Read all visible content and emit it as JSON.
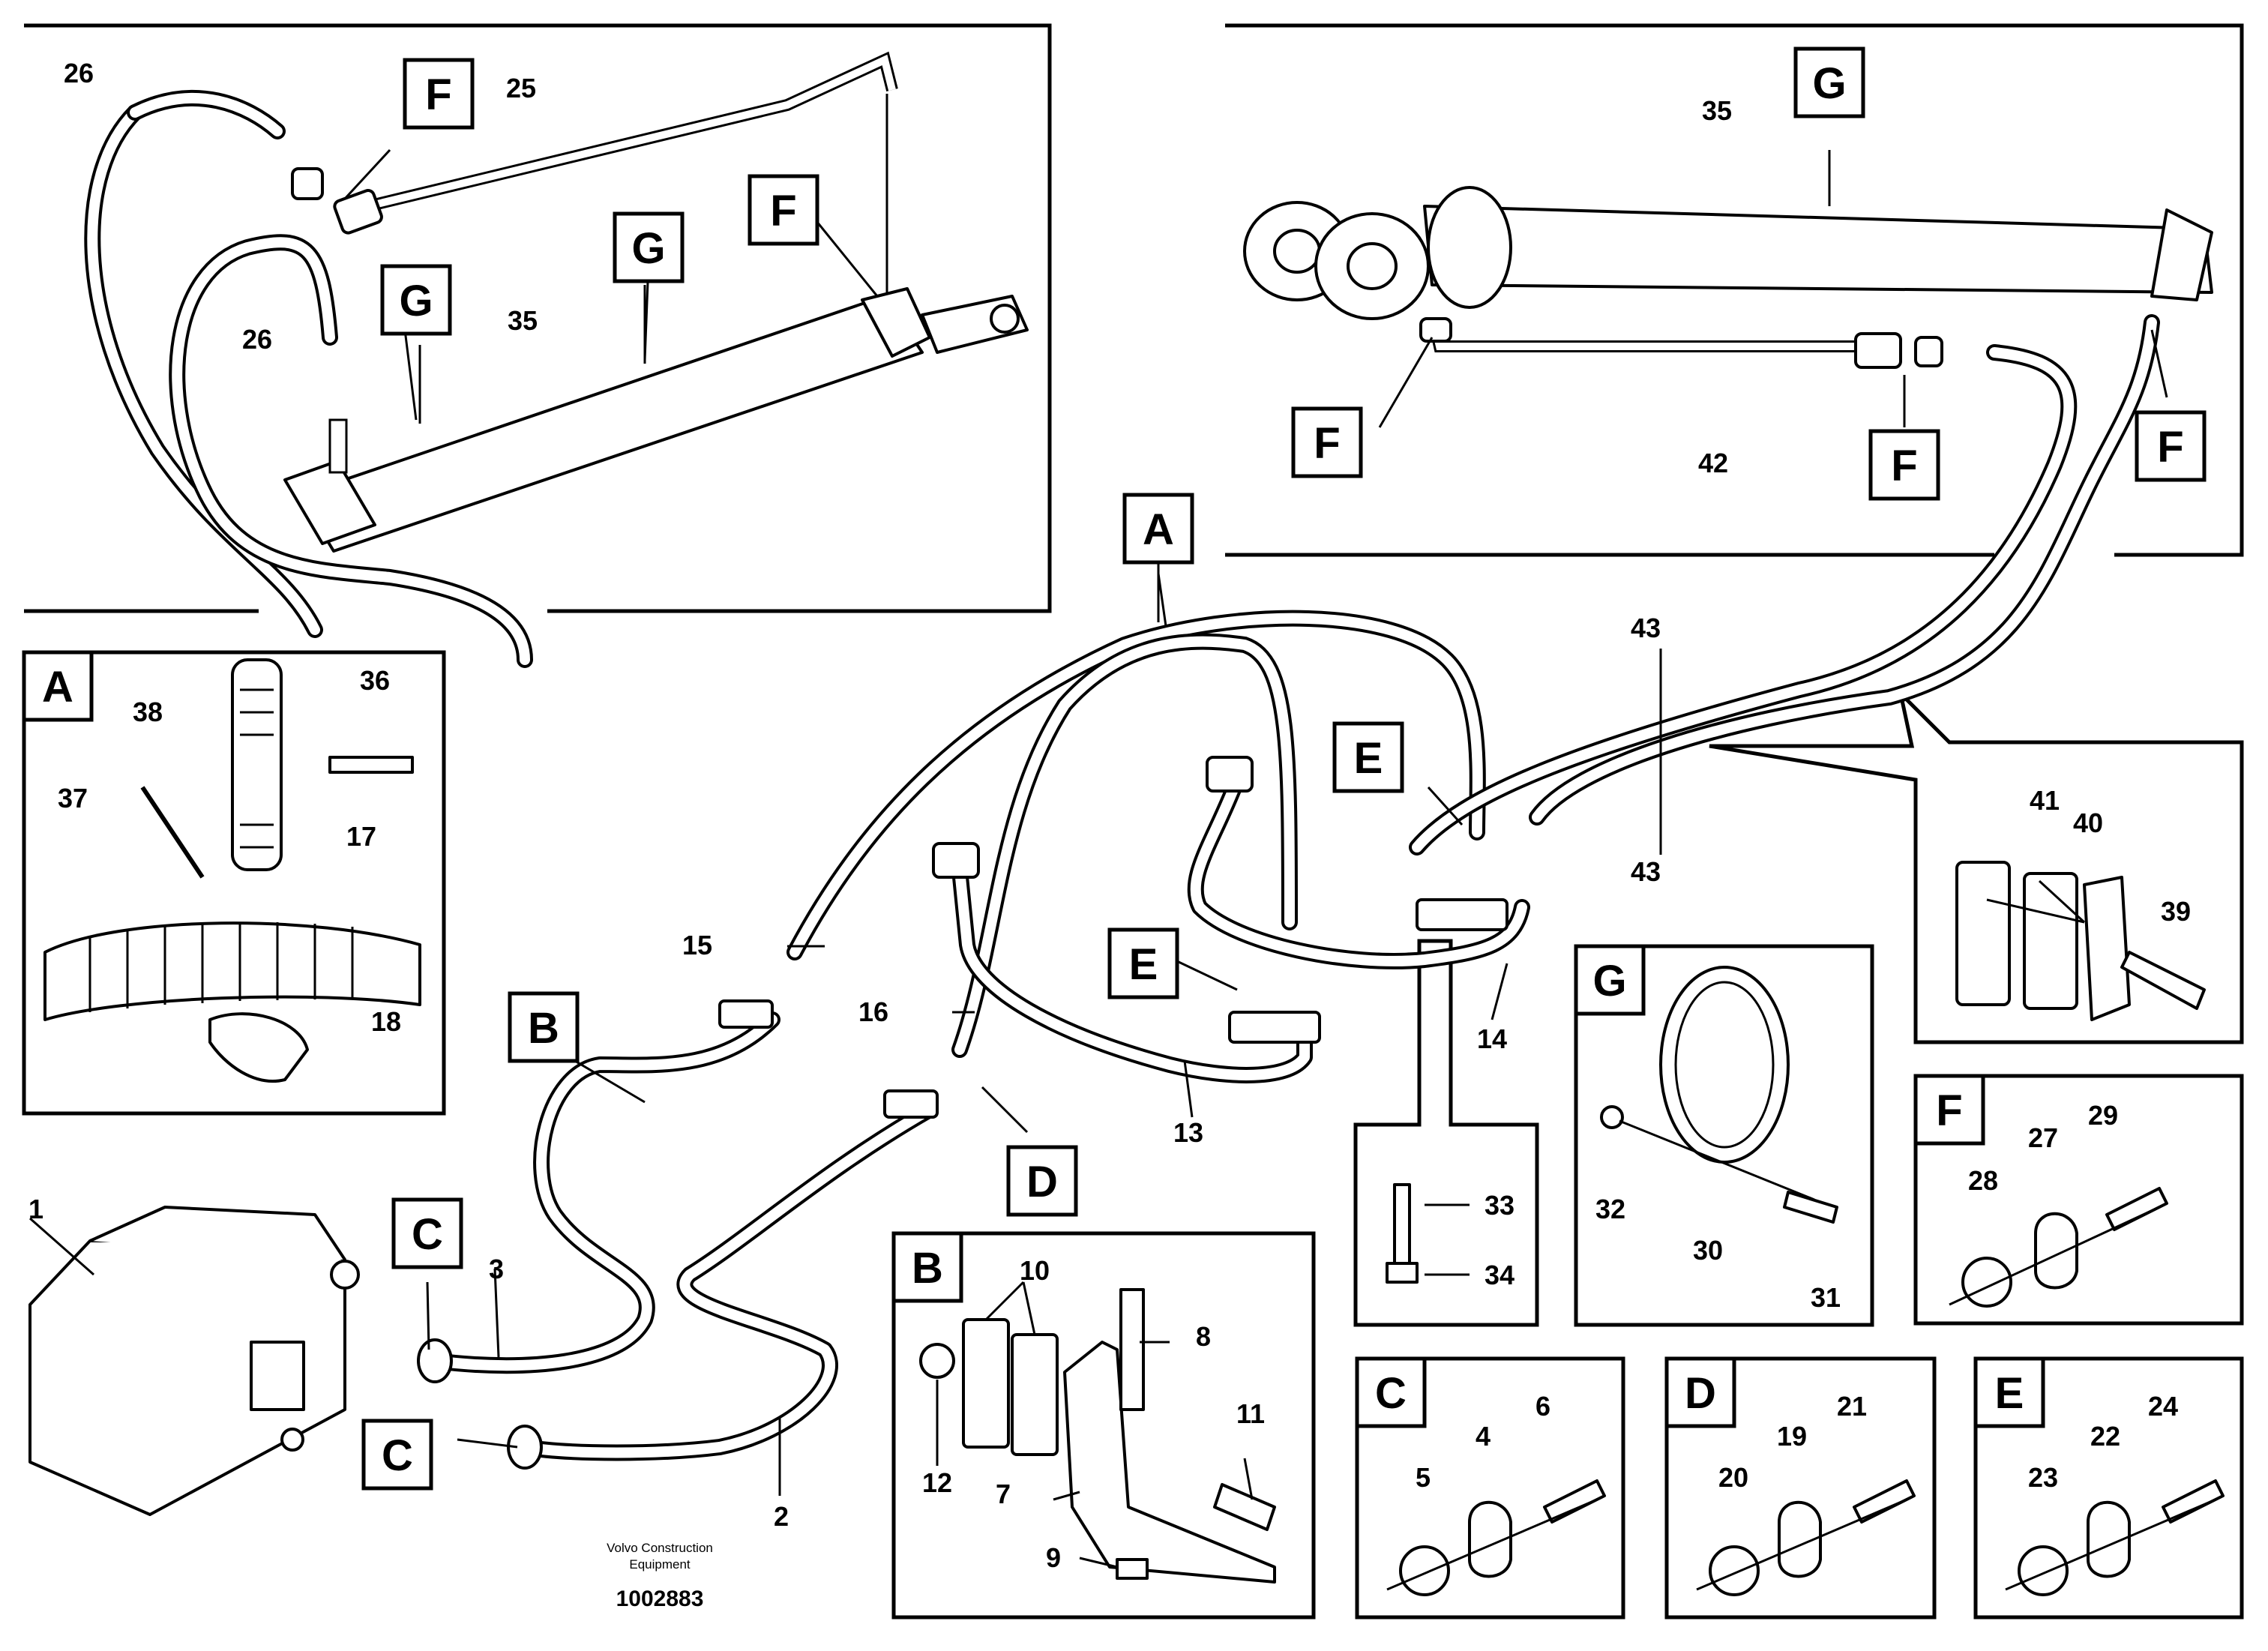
{
  "footer": {
    "brand_line1": "Volvo Construction",
    "brand_line2": "Equipment",
    "drawing_number": "1002883"
  },
  "callouts": {
    "c1": "1",
    "c2": "2",
    "c3": "3",
    "c4": "4",
    "c5": "5",
    "c6": "6",
    "c7": "7",
    "c8": "8",
    "c9": "9",
    "c10": "10",
    "c11": "11",
    "c12": "12",
    "c13": "13",
    "c14": "14",
    "c15": "15",
    "c16": "16",
    "c17": "17",
    "c18": "18",
    "c19": "19",
    "c20": "20",
    "c21": "21",
    "c22": "22",
    "c23": "23",
    "c24": "24",
    "c25": "25",
    "c26a": "26",
    "c26b": "26",
    "c27": "27",
    "c28": "28",
    "c29": "29",
    "c30": "30",
    "c31": "31",
    "c32": "32",
    "c33": "33",
    "c34": "34",
    "c35a": "35",
    "c35b": "35",
    "c36": "36",
    "c37": "37",
    "c38": "38",
    "c39": "39",
    "c40": "40",
    "c41": "41",
    "c42": "42",
    "c43a": "43",
    "c43b": "43"
  },
  "detail_letters": {
    "A_main": "A",
    "B_main": "B",
    "C_main1": "C",
    "C_main2": "C",
    "D_main": "D",
    "E_main1": "E",
    "E_main2": "E",
    "F_tl1": "F",
    "F_tl2": "F",
    "G_tl1": "G",
    "G_tl2": "G",
    "G_tr": "G",
    "F_tr1": "F",
    "F_tr2": "F",
    "F_tr3": "F",
    "A_box": "A",
    "B_box": "B",
    "C_box": "C",
    "D_box": "D",
    "E_box": "E",
    "F_box": "F",
    "G_box": "G"
  }
}
